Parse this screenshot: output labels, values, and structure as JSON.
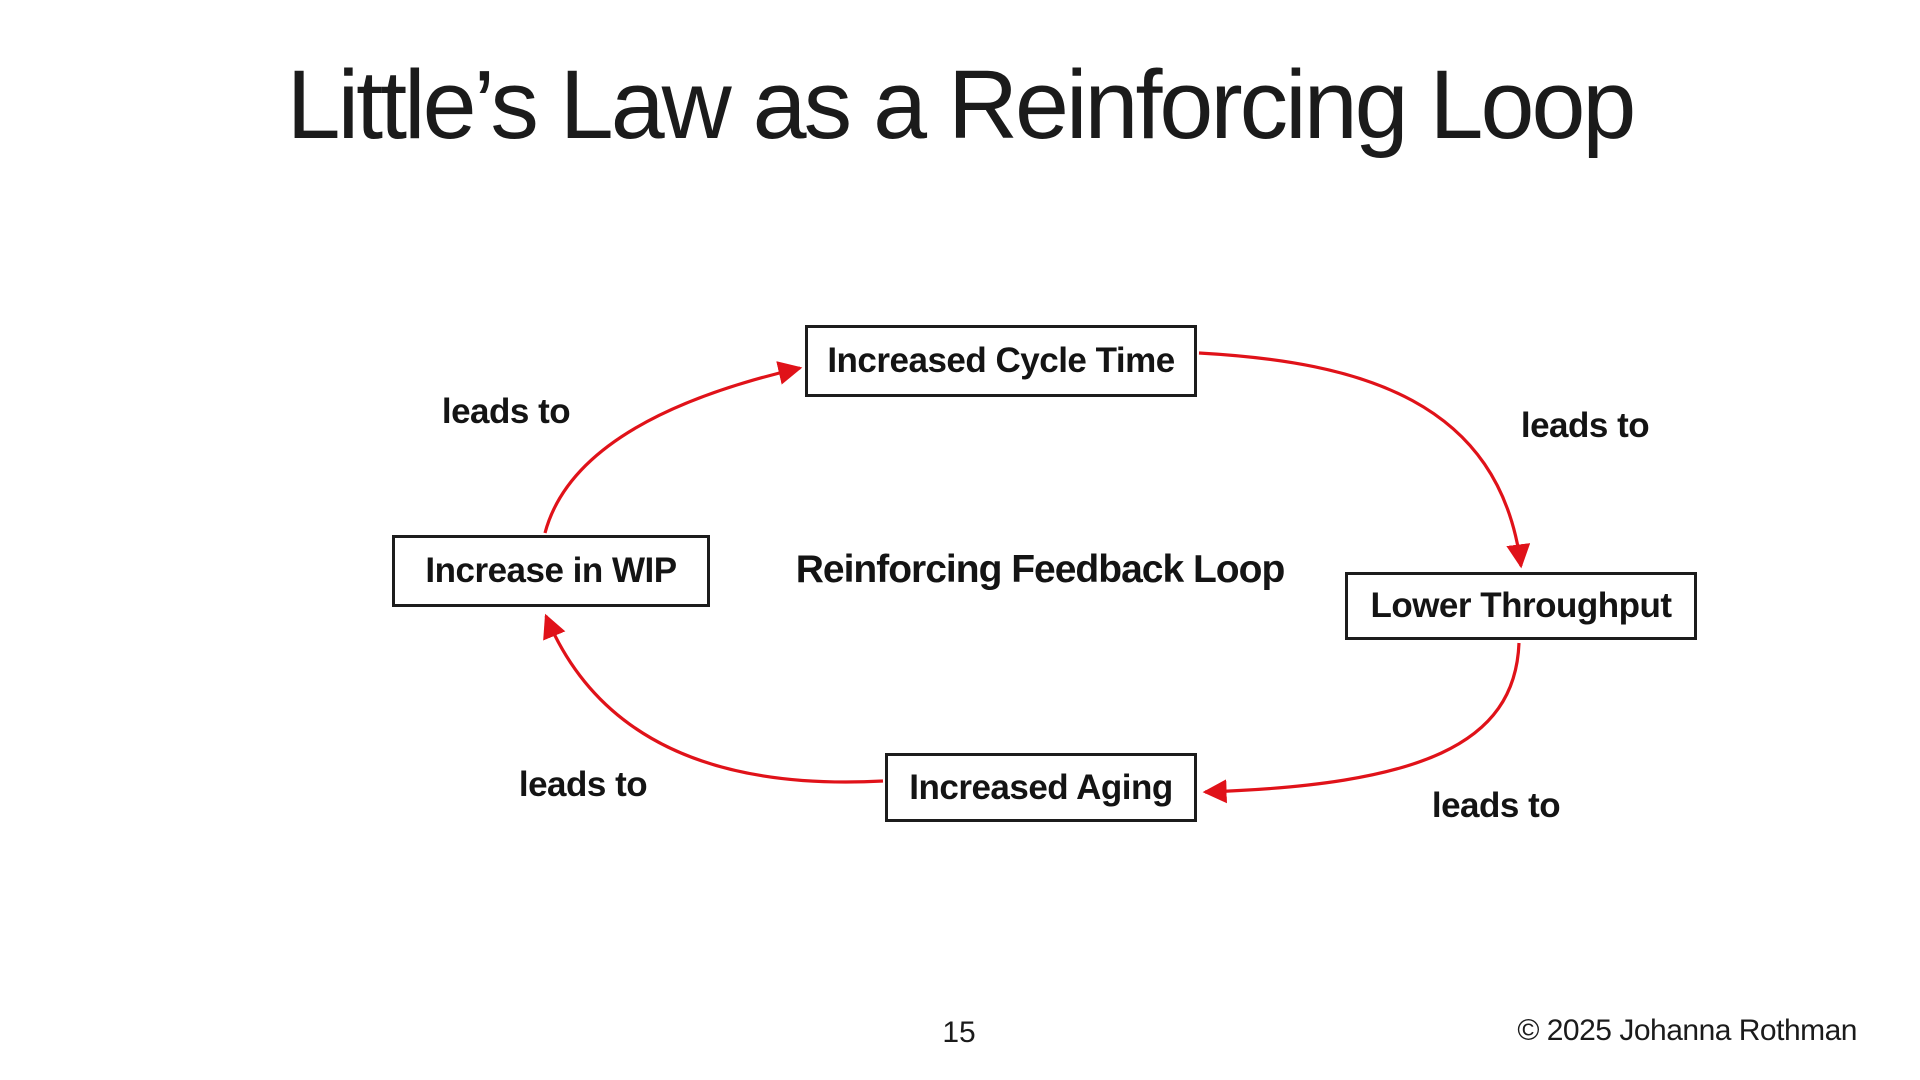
{
  "colors": {
    "arrow_red": "#e01219",
    "text_black": "#1b1b1b"
  },
  "slide": {
    "title": "Little’s Law as a Reinforcing Loop",
    "footer": {
      "page_number": "15",
      "copyright": "© 2025 Johanna Rothman"
    }
  },
  "diagram": {
    "center_label": "Reinforcing Feedback Loop",
    "nodes": {
      "cycle_time": {
        "label": "Increased Cycle Time"
      },
      "lower_throughput": {
        "label": "Lower Throughput"
      },
      "increased_aging": {
        "label": "Increased Aging"
      },
      "increase_wip": {
        "label": "Increase in WIP"
      }
    },
    "edges": {
      "wip_to_cycle": {
        "label": "leads to"
      },
      "cycle_to_throughput": {
        "label": "leads to"
      },
      "throughput_to_aging": {
        "label": "leads to"
      },
      "aging_to_wip": {
        "label": "leads to"
      }
    }
  }
}
